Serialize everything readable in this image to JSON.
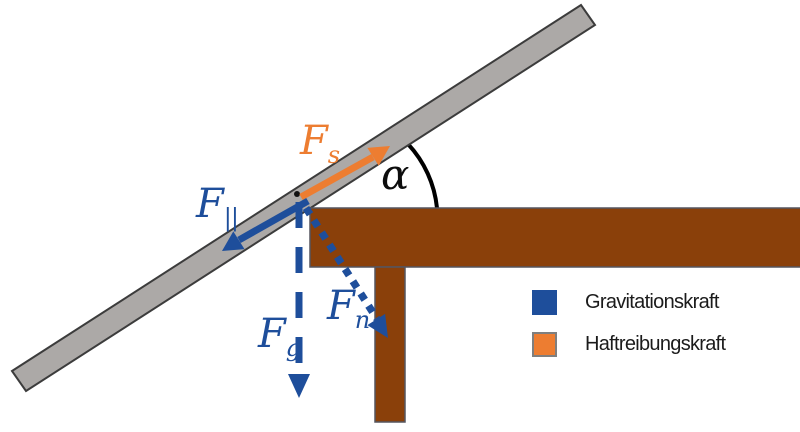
{
  "diagram": {
    "force_labels": {
      "fs": {
        "base": "F",
        "sub": "s"
      },
      "fpar": {
        "base": "F",
        "sub": "||"
      },
      "fg": {
        "base": "F",
        "sub": "g"
      },
      "fn": {
        "base": "F",
        "sub": "n"
      }
    },
    "angle_label": "α",
    "colors": {
      "force_blue": "#1E4E9B",
      "friction_orange": "#ED7D31",
      "table_brown": "#8A400A",
      "plank_gray": "#ACA9A7",
      "plank_outline": "#3C3C3C",
      "table_outline": "#55555F",
      "angle_arc": "#000000",
      "contact_dot": "#111111"
    },
    "legend": {
      "items": [
        {
          "label": "Gravitationskraft",
          "color": "#1E4E9B"
        },
        {
          "label": "Haftreibungskraft",
          "color": "#ED7D31"
        }
      ]
    }
  }
}
